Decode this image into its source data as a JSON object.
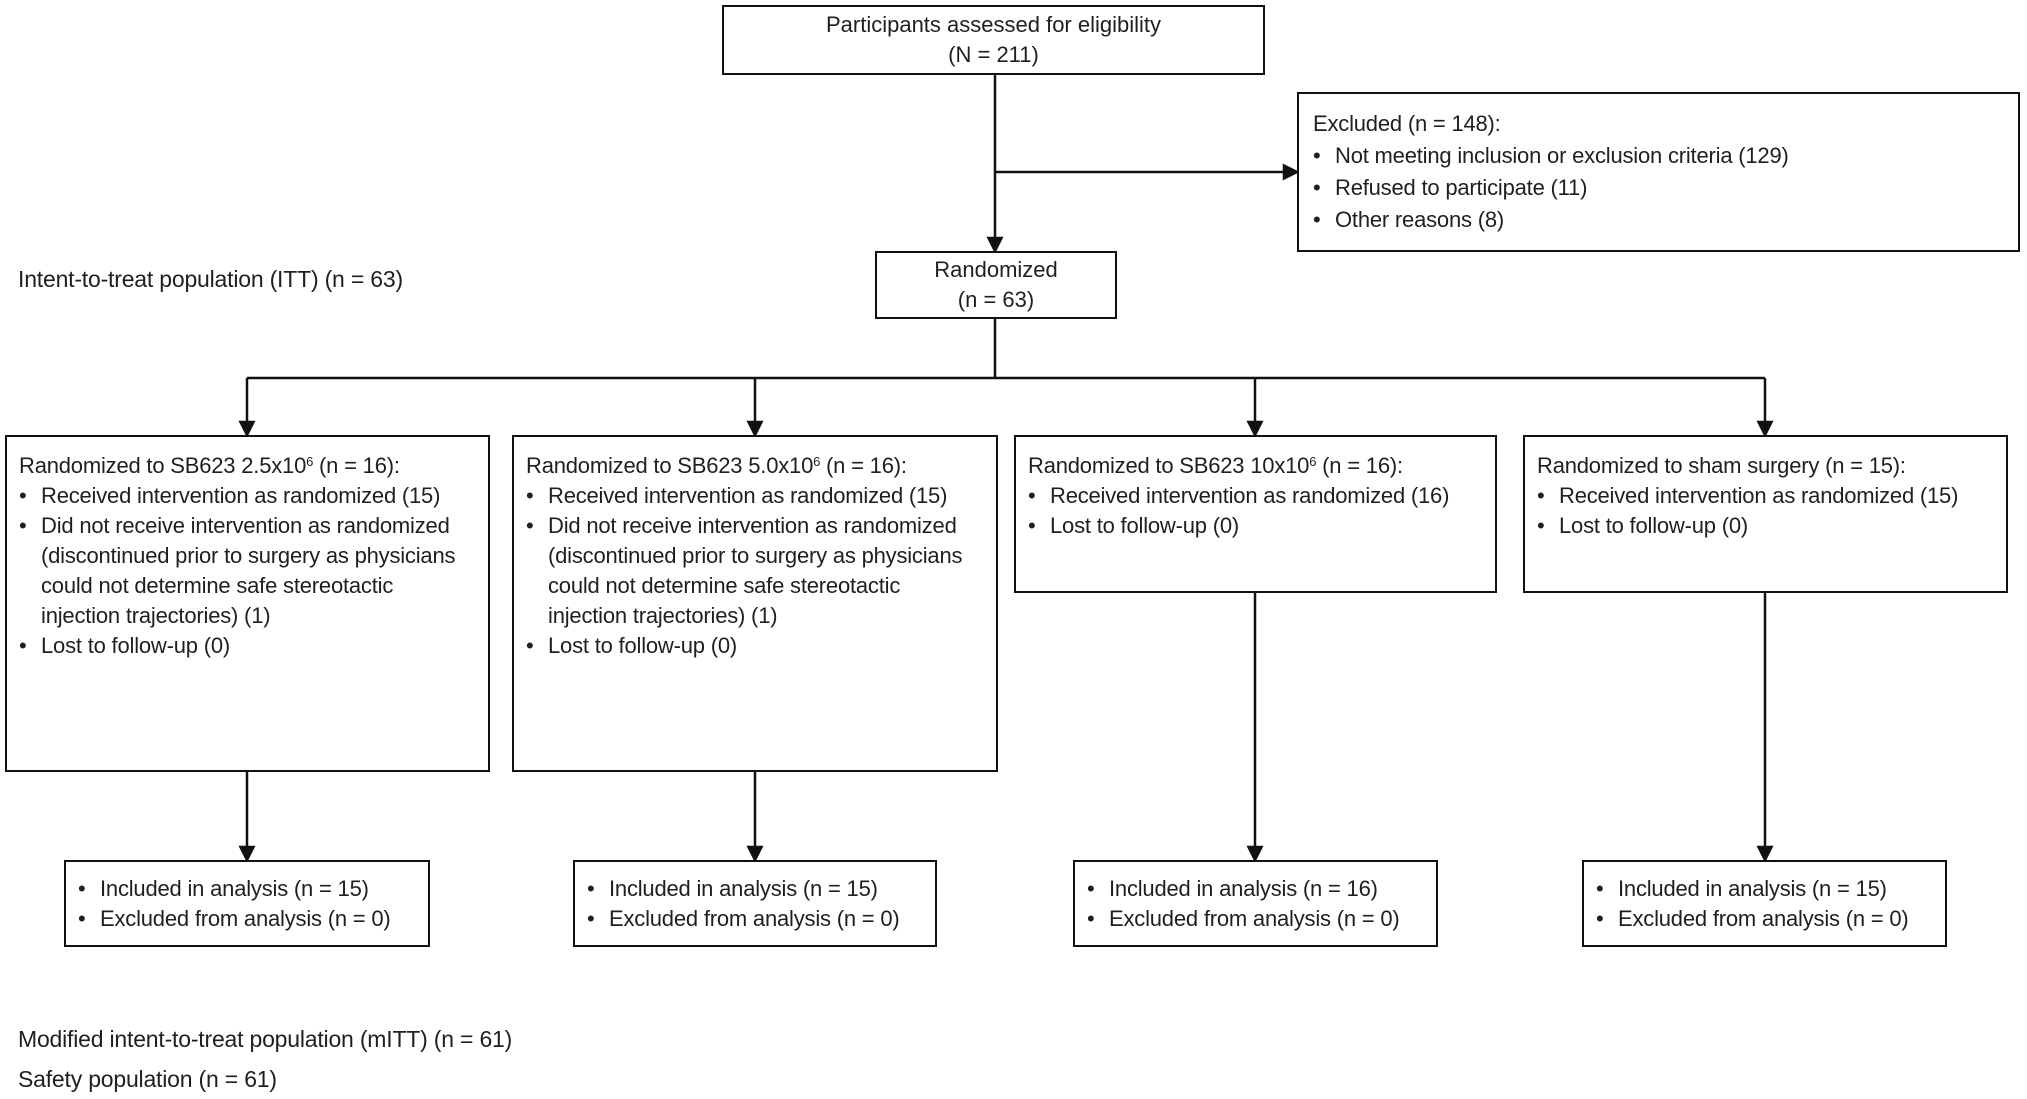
{
  "colors": {
    "line": "#111111",
    "text": "#1f1f1f",
    "background": "#ffffff"
  },
  "bullet": "•",
  "top_box": {
    "line1": "Participants assessed for eligibility",
    "line2": "(N = 211)"
  },
  "excluded_box": {
    "title": "Excluded (n = 148):",
    "items": [
      "Not meeting inclusion or exclusion criteria (129)",
      "Refused to participate (11)",
      "Other reasons (8)"
    ]
  },
  "labels": {
    "itt": "Intent-to-treat population (ITT) (n = 63)",
    "mitt": "Modified intent-to-treat population (mITT) (n = 61)",
    "safety": "Safety population (n = 61)"
  },
  "randomized_box": {
    "line1": "Randomized",
    "line2": "(n = 63)"
  },
  "arms": [
    {
      "title_prefix": "Randomized to SB623 2.5x10",
      "title_sup": "6",
      "title_suffix": " (n = 16):",
      "items": [
        "Received intervention as randomized (15)",
        "Did not receive intervention as randomized (discontinued prior to surgery as physicians could not determine safe stereotactic injection trajectories) (1)",
        "Lost to follow-up (0)"
      ]
    },
    {
      "title_prefix": "Randomized to SB623 5.0x10",
      "title_sup": "6",
      "title_suffix": " (n = 16):",
      "items": [
        "Received intervention as randomized (15)",
        "Did not receive intervention as randomized (discontinued prior to surgery as physicians could not determine safe stereotactic injection trajectories) (1)",
        "Lost to follow-up (0)"
      ]
    },
    {
      "title_prefix": "Randomized to SB623 10x10",
      "title_sup": "6",
      "title_suffix": " (n = 16):",
      "items": [
        "Received intervention as randomized (16)",
        "Lost to follow-up (0)"
      ]
    },
    {
      "title_prefix": "Randomized to sham surgery (n = 15):",
      "title_sup": "",
      "title_suffix": "",
      "items": [
        "Received intervention as randomized (15)",
        "Lost to follow-up (0)"
      ]
    }
  ],
  "analysis_boxes": [
    {
      "items": [
        "Included in analysis (n = 15)",
        "Excluded from analysis (n = 0)"
      ]
    },
    {
      "items": [
        "Included in analysis (n = 15)",
        "Excluded from analysis (n = 0)"
      ]
    },
    {
      "items": [
        "Included in analysis (n = 16)",
        "Excluded from analysis (n = 0)"
      ]
    },
    {
      "items": [
        "Included in analysis (n = 15)",
        "Excluded from analysis (n = 0)"
      ]
    }
  ]
}
